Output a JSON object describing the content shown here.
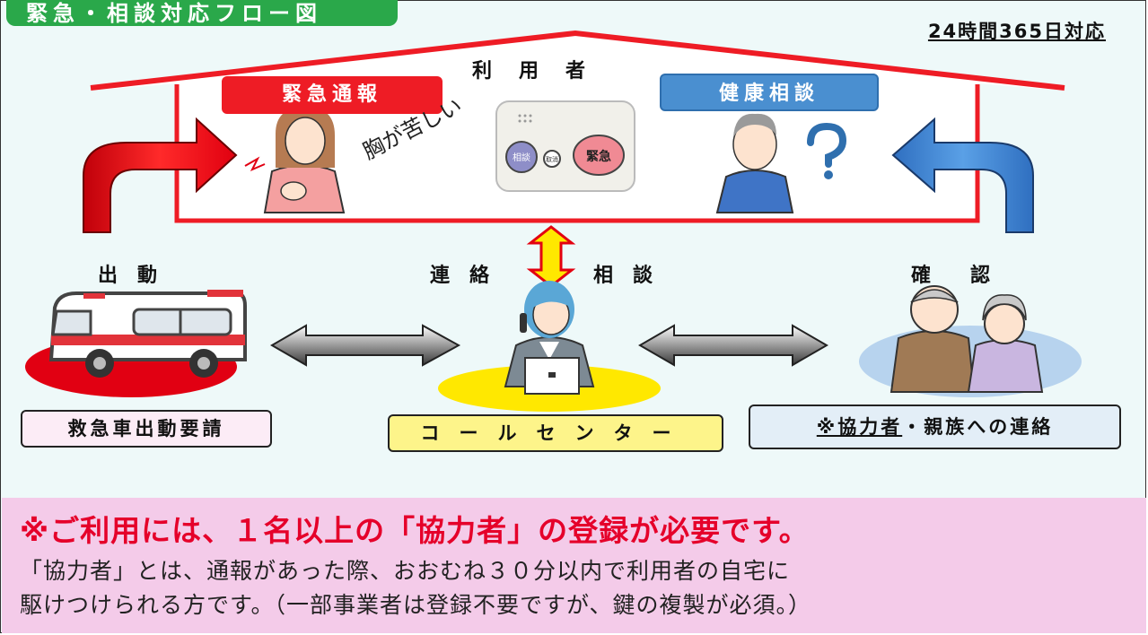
{
  "header": {
    "title": "緊急・相談対応フロー図",
    "service_hours": "24時間365日対応"
  },
  "house": {
    "user_label": "利用者",
    "emergency_tag": "緊急通報",
    "health_tag": "健康相談",
    "chest_text": "胸が苦しい",
    "device": {
      "left_button": "相談",
      "middle_button": "取消",
      "right_button": "緊急"
    }
  },
  "flow": {
    "dispatch_label": "出　動",
    "contact_label": "連　絡",
    "consult_label": "相　談",
    "confirm_label": "確　　認"
  },
  "boxes": {
    "ambulance_request": "救急車出動要請",
    "call_center": "コールセンター",
    "contact_prefix": "※協力者",
    "contact_suffix": "・親族への連絡"
  },
  "notice": {
    "headline": "※ご利用には、１名以上の「協力者」の登録が必要です。",
    "line1": "「協力者」とは、通報があった際、おおむね３０分以内で利用者の自宅に",
    "line2": "駆けつけられる方です。（一部事業者は登録不要ですが、鍵の複製が必須。）"
  },
  "colors": {
    "green_tab": "#2aa84a",
    "red": "#ee1c25",
    "blue": "#4a8fd0",
    "yellow": "#fdf48a",
    "pink_notice": "#f4cbe9",
    "headline_red": "#e5002a"
  }
}
